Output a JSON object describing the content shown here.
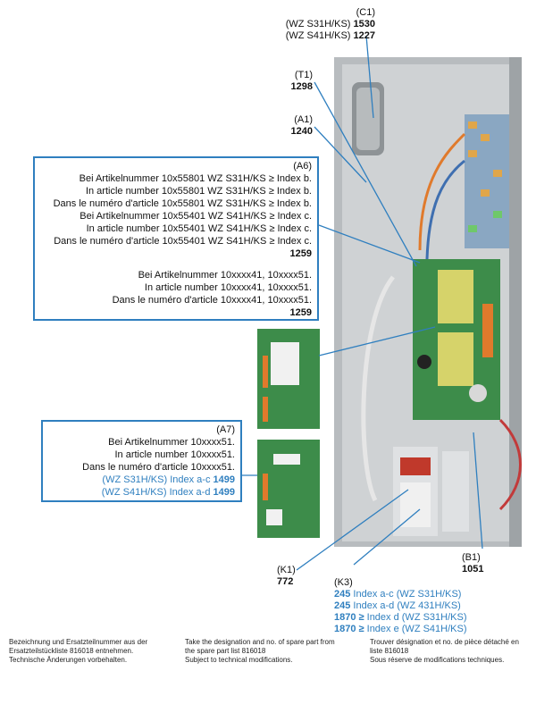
{
  "labels": {
    "c1": {
      "code": "(C1)",
      "line1": "(WZ S31H/KS)",
      "num1": "1530",
      "line2": "(WZ S41H/KS)",
      "num2": "1227"
    },
    "t1": {
      "code": "(T1)",
      "num": "1298"
    },
    "a1": {
      "code": "(A1)",
      "num": "1240"
    },
    "k1": {
      "code": "(K1)",
      "num": "772"
    },
    "b1": {
      "code": "(B1)",
      "num": "1051"
    }
  },
  "a6": {
    "code": "(A6)",
    "lines": [
      "Bei Artikelnummer 10x55801 WZ S31H/KS ≥ Index b.",
      "In article number 10x55801 WZ S31H/KS ≥ Index b.",
      "Dans le numéro d'article 10x55801 WZ S31H/KS ≥ Index b.",
      "Bei Artikelnummer 10x55401 WZ S41H/KS ≥ Index c.",
      "In article number 10x55401 WZ S41H/KS ≥ Index c.",
      "Dans le numéro d'article 10x55401 WZ S41H/KS ≥ Index c."
    ],
    "num1": "1259",
    "lines2": [
      "Bei Artikelnummer 10xxxx41, 10xxxx51.",
      "In article number  10xxxx41, 10xxxx51.",
      "Dans le numéro d'article 10xxxx41, 10xxxx51."
    ],
    "num2": "1259"
  },
  "a7": {
    "code": "(A7)",
    "lines": [
      "Bei Artikelnummer 10xxxx51.",
      "In article number 10xxxx51.",
      "Dans le numéro d'article 10xxxx51."
    ],
    "blue1": "(WZ S31H/KS) Index a-c",
    "blue1_num": "1499",
    "blue2": "(WZ S41H/KS) Index a-d",
    "blue2_num": "1499"
  },
  "k3": {
    "code": "(K3)",
    "rows": [
      {
        "num": "245",
        "text": "Index a-c (WZ S31H/KS)"
      },
      {
        "num": "245",
        "text": "Index a-d (WZ 431H/KS)"
      },
      {
        "num": "1870 ≥",
        "text": "Index d (WZ S31H/KS)"
      },
      {
        "num": "1870 ≥",
        "text": "Index e (WZ S41H/KS)"
      }
    ]
  },
  "footer": {
    "de": [
      "Bezeichnung und Ersatzteilnummer aus der",
      "Ersatzteilstückliste 816018 entnehmen.",
      "Technische Änderungen vorbehalten."
    ],
    "en": [
      "Take the designation and no. of spare part from",
      "the spare part list 816018",
      "Subject to technical modifications."
    ],
    "fr": [
      "Trouver désignation et no. de pièce détaché en",
      "liste 816018",
      "Sous réserve de modifications techniques."
    ]
  },
  "colors": {
    "accent": "#2f7fbf",
    "panel": "#c9cccf",
    "pcb": "#3d8c4a"
  }
}
